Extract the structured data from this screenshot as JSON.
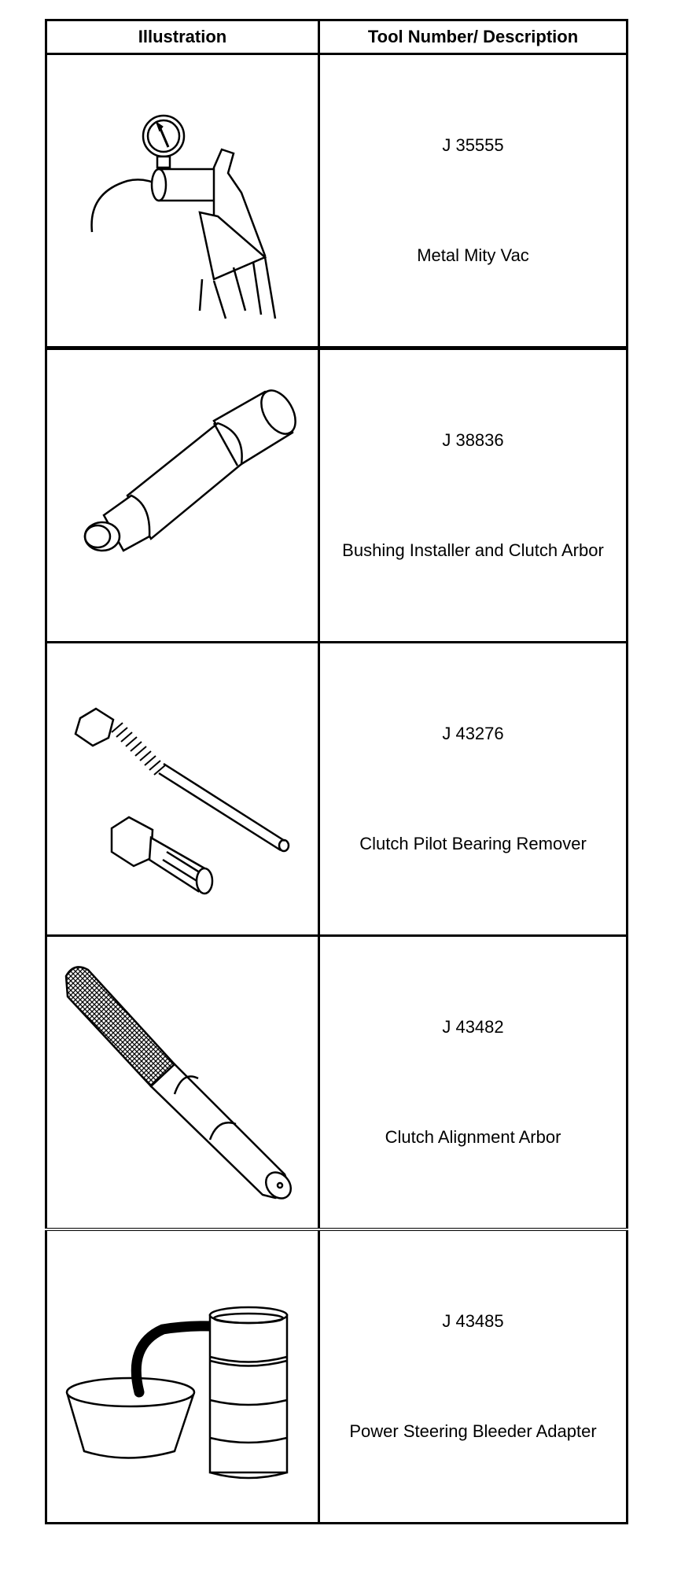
{
  "table": {
    "headers": {
      "illustration": "Illustration",
      "tool": "Tool Number/ Description"
    },
    "rows": [
      {
        "number": "J 35555",
        "description": "Metal Mity Vac",
        "icon": "vacuum-pump-icon"
      },
      {
        "number": "J 38836",
        "description": "Bushing Installer and Clutch Arbor",
        "icon": "bushing-installer-icon"
      },
      {
        "number": "J 43276",
        "description": "Clutch Pilot Bearing Remover",
        "icon": "pilot-bearing-remover-icon"
      },
      {
        "number": "J 43482",
        "description": "Clutch Alignment Arbor",
        "icon": "alignment-arbor-icon"
      },
      {
        "number": "J 43485",
        "description": "Power Steering Bleeder Adapter",
        "icon": "bleeder-adapter-icon"
      }
    ]
  }
}
